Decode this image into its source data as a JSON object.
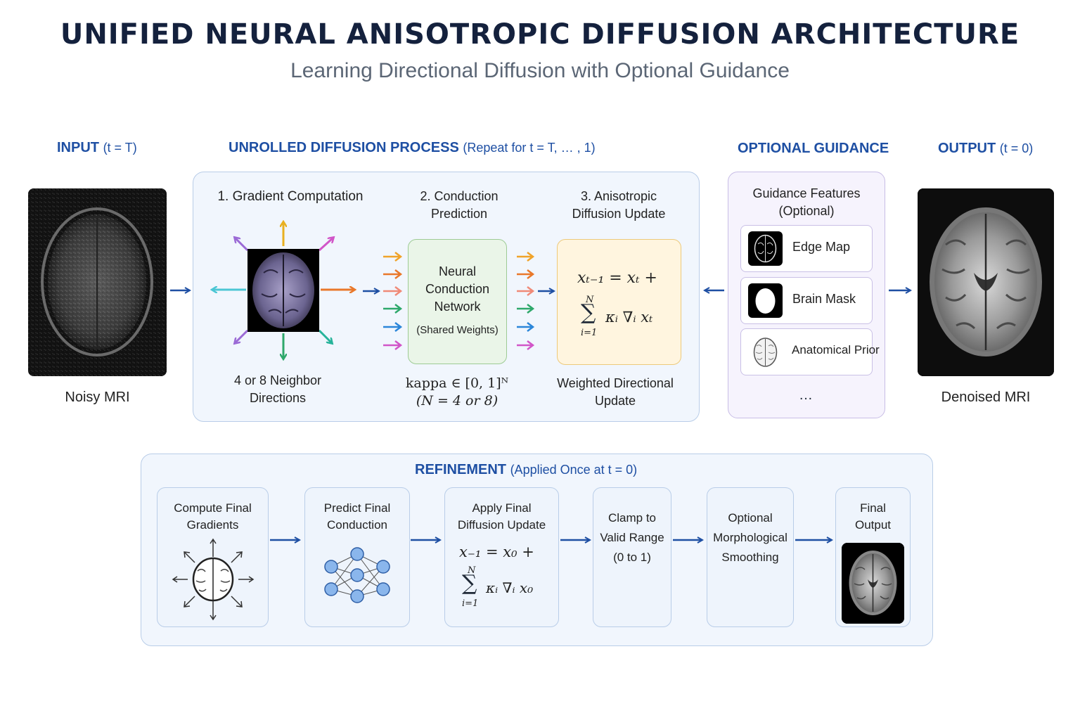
{
  "header": {
    "title": "UNIFIED NEURAL ANISOTROPIC DIFFUSION ARCHITECTURE",
    "subtitle": "Learning Directional Diffusion with Optional Guidance"
  },
  "input": {
    "heading_bold": "INPUT",
    "heading_light": "(t = T)",
    "caption": "Noisy MRI"
  },
  "process": {
    "heading_bold": "UNROLLED DIFFUSION PROCESS",
    "heading_light": "(Repeat for t = T, … , 1)",
    "step1_title": "1. Gradient Computation",
    "step1_caption_1": "4 or 8 Neighbor",
    "step1_caption_2": "Directions",
    "step2_title_1": "2. Conduction",
    "step2_title_2": "Prediction",
    "network_1": "Neural",
    "network_2": "Conduction",
    "network_3": "Network",
    "network_4": "(Shared Weights)",
    "step2_caption_1": "kappa ∈ [0, 1]ᴺ",
    "step2_caption_2": "(N = 4 or 8)",
    "step3_title_1": "3. Anisotropic",
    "step3_title_2": "Diffusion Update",
    "update_eq_1": "xₜ₋₁ = xₜ +",
    "update_eq_sum_top": "N",
    "update_eq_sum": "∑",
    "update_eq_sum_bottom": "i=1",
    "update_eq_2": "κᵢ ∇ᵢ xₜ",
    "step3_caption_1": "Weighted Directional",
    "step3_caption_2": "Update"
  },
  "guidance": {
    "heading": "OPTIONAL GUIDANCE",
    "box_title_1": "Guidance Features",
    "box_title_2": "(Optional)",
    "items": [
      {
        "label": "Edge Map",
        "icon": "edge-map-icon"
      },
      {
        "label": "Brain Mask",
        "icon": "brain-mask-icon"
      },
      {
        "label": "Anatomical Prior",
        "icon": "anatomical-prior-icon"
      }
    ],
    "more": "…"
  },
  "output": {
    "heading_bold": "OUTPUT",
    "heading_light": "(t = 0)",
    "caption": "Denoised MRI"
  },
  "refinement": {
    "heading_bold": "REFINEMENT",
    "heading_light": "(Applied Once at t = 0)",
    "compute_1": "Compute Final",
    "compute_2": "Gradients",
    "predict_1": "Predict Final",
    "predict_2": "Conduction",
    "apply_1": "Apply Final",
    "apply_2": "Diffusion Update",
    "apply_eq_1": "x₋₁ = x₀ +",
    "apply_eq_sum_top": "N",
    "apply_eq_sum": "∑",
    "apply_eq_sum_bottom": "i=1",
    "apply_eq_2": "κᵢ ∇ᵢ x₀",
    "clamp_1": "Clamp to",
    "clamp_2": "Valid Range",
    "clamp_3": "(0 to 1)",
    "morph_1": "Optional",
    "morph_2": "Morphological",
    "morph_3": "Smoothing",
    "final_1": "Final",
    "final_2": "Output"
  },
  "colors": {
    "accent_blue": "#1e4fa3",
    "arrow_orange": "#f0a32a",
    "arrow_dark_orange": "#e9782a",
    "arrow_salmon": "#f08a78",
    "arrow_green": "#2ea86b",
    "arrow_blue": "#2b86d9",
    "arrow_magenta": "#d155c8",
    "arrow_purple": "#9b6ad6",
    "arrow_cyan": "#4cc6d4",
    "arrow_teal": "#26b39a",
    "arrow_yellow": "#e8b020"
  }
}
